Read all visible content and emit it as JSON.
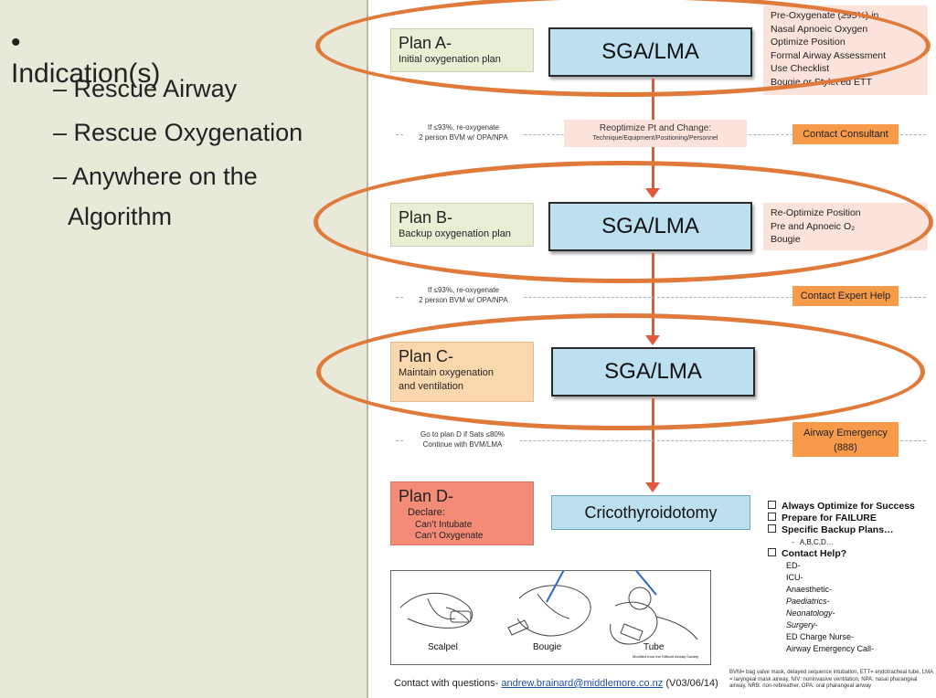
{
  "left": {
    "bullet": "Indication(s)",
    "subs": [
      "– Rescue Airway",
      "– Rescue Oxygenation",
      "– Anywhere on the",
      "Algorithm"
    ]
  },
  "planA": {
    "title": "Plan A-",
    "subtitle": "Initial oxygenation plan",
    "center": "SGA/LMA",
    "notes": [
      "Pre-Oxygenate (≥95%) in",
      "Nasal Apnoeic Oxygen",
      "Optimize Position",
      "Formal Airway Assessment",
      "Use Checklist",
      "Bougie or Stylet’ed ETT"
    ]
  },
  "transition1": {
    "left_lines": [
      "If ≤93%, re-oxygenate",
      "2 person BVM w/ OPA/NPA"
    ],
    "middle_lines": [
      "Reoptimize Pt and Change:",
      "Technique/Equipment/Positioning/Personnel"
    ],
    "button": "Contact Consultant"
  },
  "planB": {
    "title": "Plan B-",
    "subtitle": "Backup oxygenation plan",
    "center": "SGA/LMA",
    "notes": [
      "Re-Optimize Position",
      "Pre and Apnoeic O₂",
      "Bougie"
    ]
  },
  "transition2": {
    "left_lines": [
      "If ≤93%, re-oxygenate",
      "2 person BVM w/ OPA/NPA"
    ],
    "button": "Contact Expert Help"
  },
  "planC": {
    "title": "Plan C-",
    "subtitle_lines": [
      "Maintain oxygenation",
      "and ventilation"
    ],
    "center": "SGA/LMA"
  },
  "transition3": {
    "left_lines": [
      "Go to plan D if Sats ≤80%",
      "Continue with BVM/LMA"
    ],
    "button_lines": [
      "Airway Emergency",
      "(888)"
    ]
  },
  "planD": {
    "title": "Plan D-",
    "declare": "Declare:",
    "lines": [
      "Can’t Intubate",
      "Can’t Oxygenate"
    ],
    "center": "Cricothyroidotomy"
  },
  "checklist": {
    "items": [
      "Always Optimize for Success",
      "Prepare for FAILURE",
      "Specific Backup Plans…"
    ],
    "sub_item": "A,B,C,D…",
    "contact": "Contact Help?",
    "contacts": [
      "ED-",
      "ICU-",
      "Anaesthetic-",
      "Paediatrics-",
      "Neonatology-",
      "Surgery-",
      "ED Charge Nurse-",
      "Airway Emergency Call-"
    ]
  },
  "illustration": {
    "labels": [
      "Scalpel",
      "Bougie",
      "Tube"
    ],
    "caption": "Modified from the Difficult Airway Society"
  },
  "footer": {
    "prefix": "Contact with questions-",
    "email": "andrew.brainard@middlemore.co.nz",
    "version": "(V03/06/14)"
  },
  "abbreviations": "BVM= bag valve mask, delayed sequence intubation, ETT= endotracheal tube, LMA = laryngeal mask airway, NIV: noninvasive ventilation, NPA: nasal pharangeal airway, NRB: non-rebreather, OPA: oral pharangeal airway",
  "colors": {
    "left_bg": "#e9e9d9",
    "plan_a_box": "#e7efd4",
    "plan_b_box": "#e7efd4",
    "plan_c_box": "#fbd7ad",
    "plan_d_box": "#f38b76",
    "sga_box": "#bde0f0",
    "note_pink": "#fbe3dc",
    "orange_btn": "#f79a4a",
    "ellipse_orange": "#e07a3a",
    "arrow_red": "#e0593a"
  }
}
